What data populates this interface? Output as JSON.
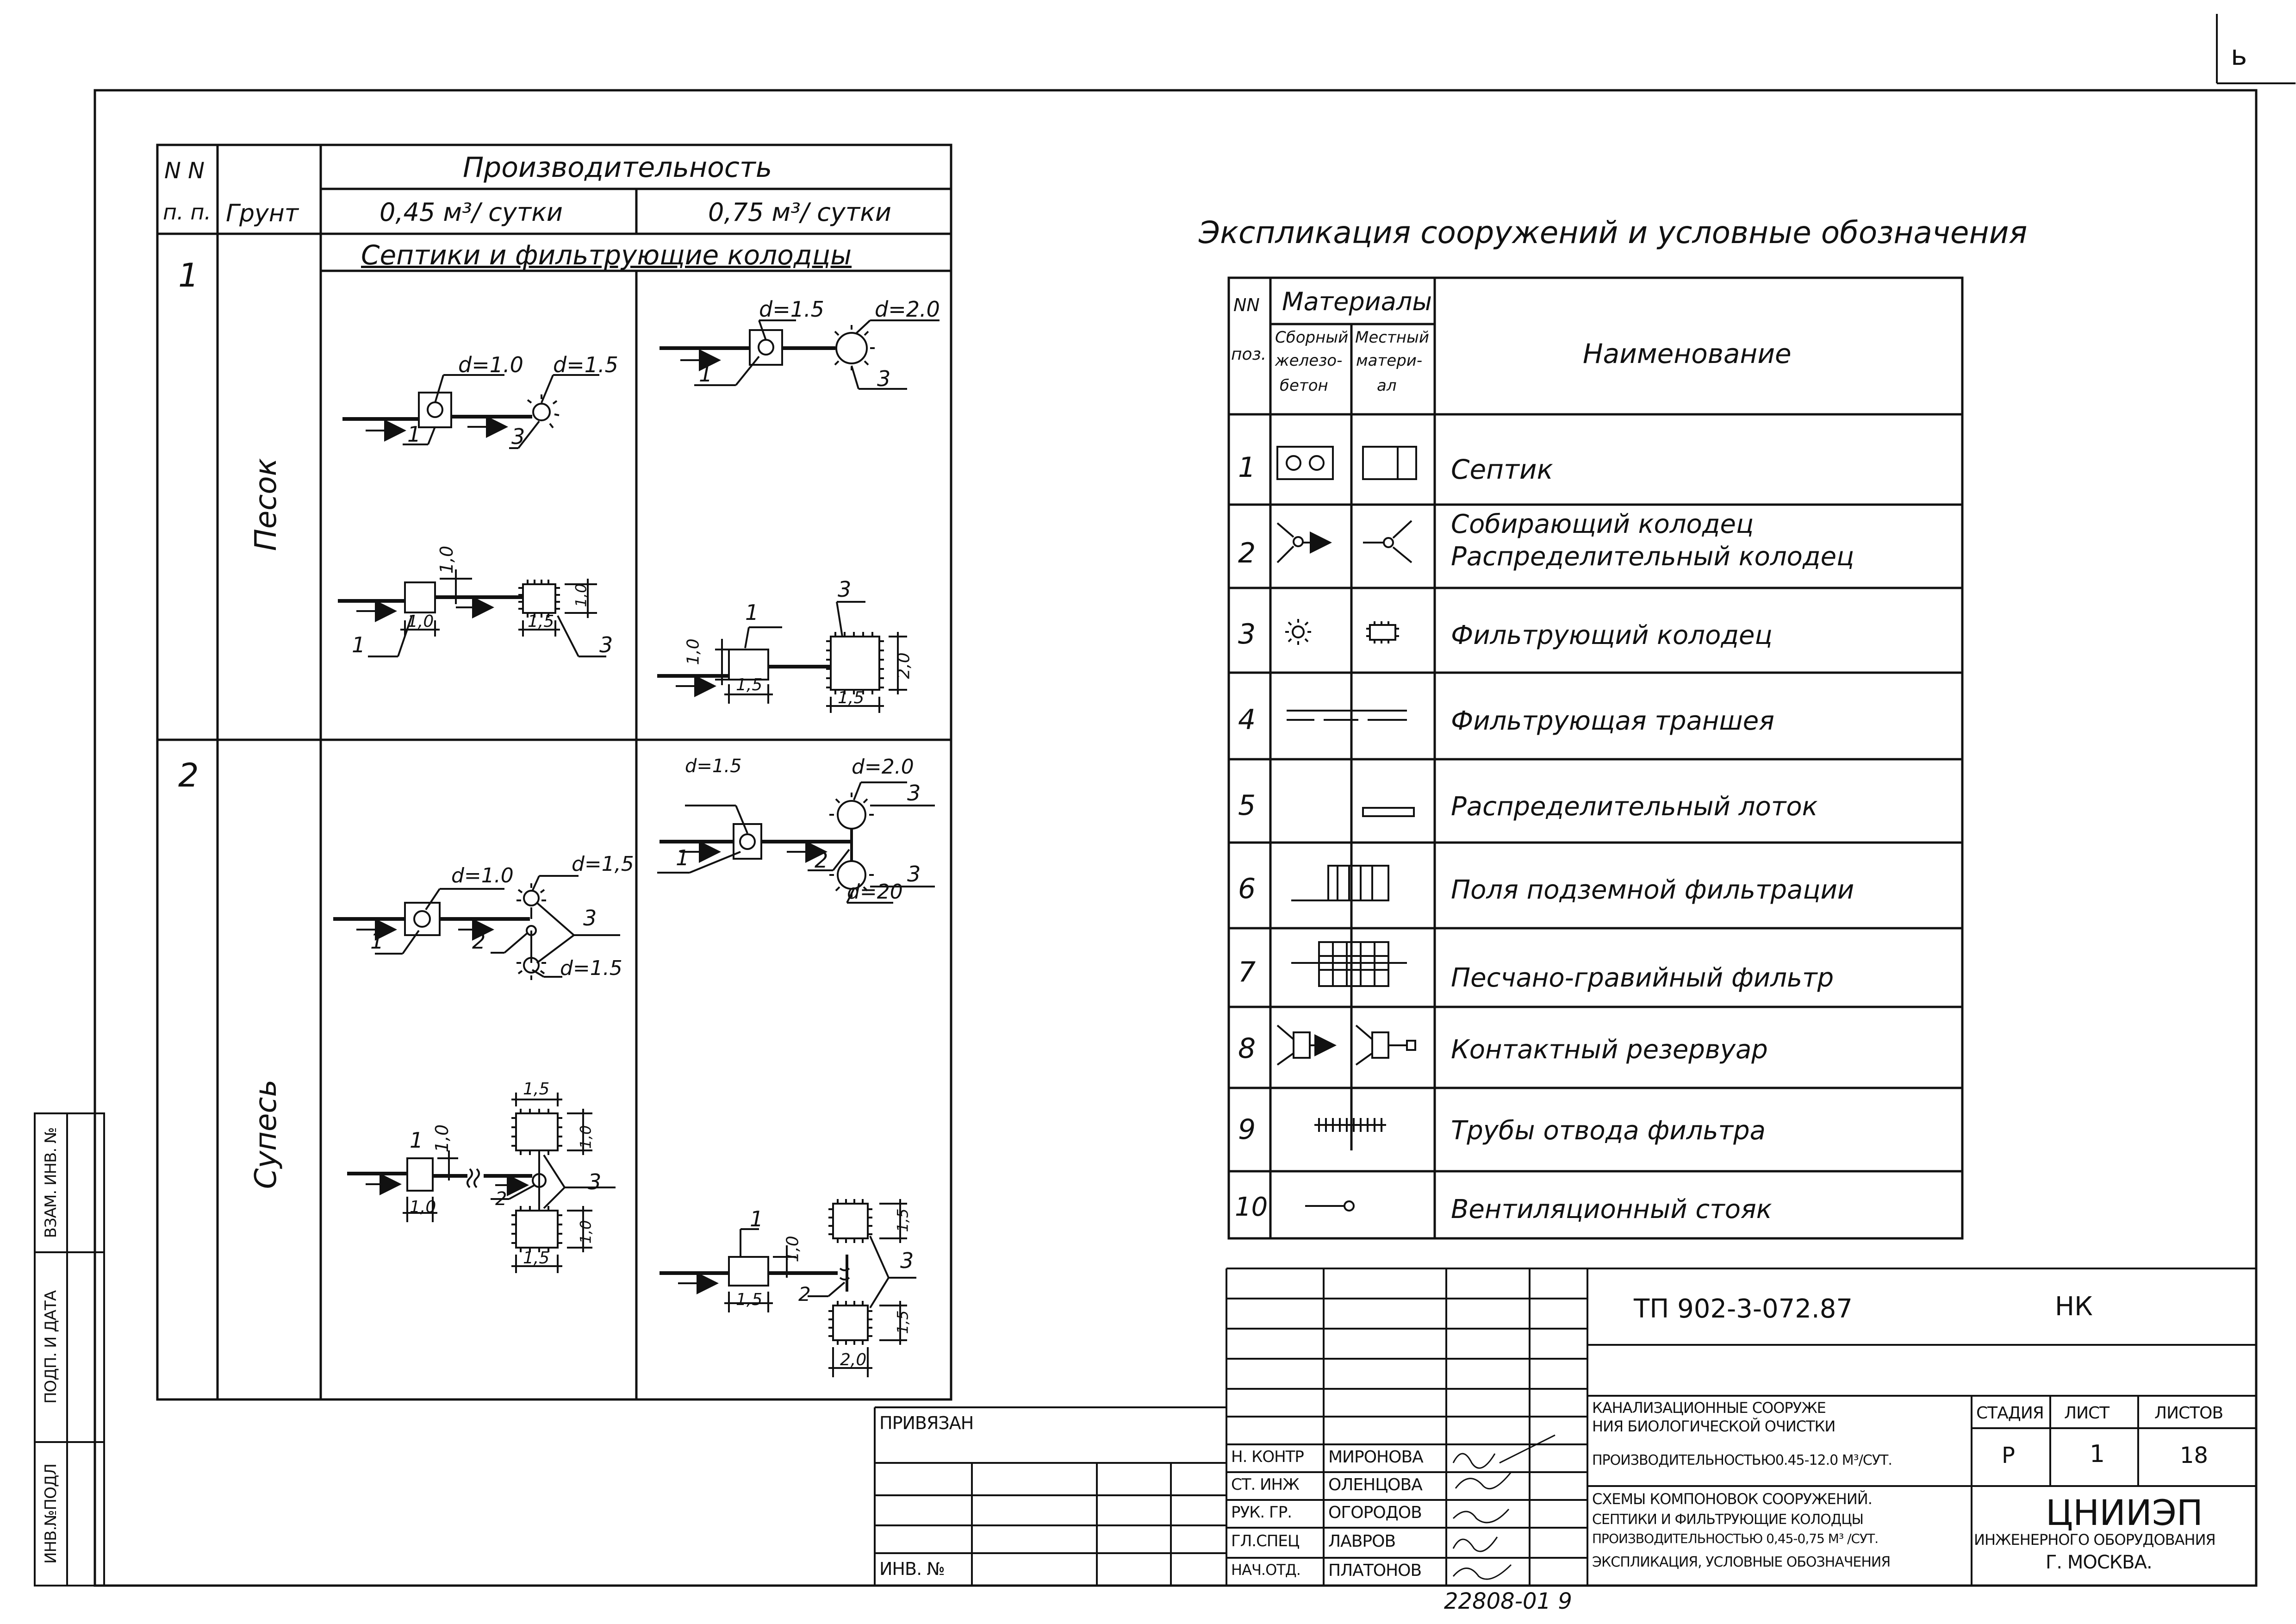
{
  "corner_mark": "ь",
  "table1": {
    "hdr_nn": "N N",
    "hdr_pp": "п. п.",
    "hdr_ground": "Грунт",
    "hdr_capacity": "Производительность",
    "hdr_c1": "0,45 м³/ сутки",
    "hdr_c2": "0,75 м³/ сутки",
    "section_title": "Септики и фильтрующие колодцы",
    "rows": [
      {
        "num": "1",
        "ground": "Песок"
      },
      {
        "num": "2",
        "ground": "Супесь"
      }
    ],
    "diagram_labels": {
      "r1c1a_d1": "d=1.0",
      "r1c1a_d2": "d=1.5",
      "r1c1a_n1": "1",
      "r1c1a_n3": "3",
      "r1c2a_d1": "d=1.5",
      "r1c2a_d2": "d=2.0",
      "r1c2a_n1": "1",
      "r1c2a_n3": "3",
      "r1c1b_10a": "1,0",
      "r1c1b_10b": "1,0",
      "r1c1b_10c": "1,0",
      "r1c1b_15": "1,5",
      "r1c1b_n1": "1",
      "r1c1b_n3": "3",
      "r1c2b_10": "1,0",
      "r1c2b_15a": "1,5",
      "r1c2b_20": "2,0",
      "r1c2b_15b": "1,5",
      "r1c2b_n1": "1",
      "r1c2b_n3": "3",
      "r2c1a_d1": "d=1.0",
      "r2c1a_d2": "d=1,5",
      "r2c1a_d3": "d=1.5",
      "r2c1a_n1": "1",
      "r2c1a_n2": "2",
      "r2c1a_n3": "3",
      "r2c2a_d1": "d=1.5",
      "r2c2a_d2": "d=2.0",
      "r2c2a_d3": "d=20",
      "r2c2a_n1": "1",
      "r2c2a_n2": "2",
      "r2c2a_n3a": "3",
      "r2c2a_n3b": "3",
      "r2c1b_15a": "1,5",
      "r2c1b_10a": "1,0",
      "r2c1b_10b": "1,0",
      "r2c1b_10c": "1,0",
      "r2c1b_10d": "1,0",
      "r2c1b_15b": "1,5",
      "r2c1b_n1": "1",
      "r2c1b_n2": "2",
      "r2c1b_n3": "3",
      "r2c2b_n1": "1",
      "r2c2b_10": "1,0",
      "r2c2b_15a": "1,5",
      "r2c2b_15b": "1,5",
      "r2c2b_15c": "1,5",
      "r2c2b_20": "2,0",
      "r2c2b_n2": "2",
      "r2c2b_n3": "3"
    }
  },
  "table2": {
    "title": "Экспликация сооружений и условные обозначения",
    "hdr_nn": "NN",
    "hdr_poz": "поз.",
    "hdr_materials": "Материалы",
    "hdr_m1": [
      "Сборный",
      "железо-",
      "бетон"
    ],
    "hdr_m2": [
      "Местный",
      "матери-",
      "ал"
    ],
    "hdr_name": "Наименование",
    "rows": [
      {
        "pos": "1",
        "name": "Септик"
      },
      {
        "pos": "2",
        "name": "Собирающий колодец",
        "name2": "Распределительный колодец"
      },
      {
        "pos": "3",
        "name": "Фильтрующий колодец"
      },
      {
        "pos": "4",
        "name": "Фильтрующая траншея"
      },
      {
        "pos": "5",
        "name": "Распределительный лоток"
      },
      {
        "pos": "6",
        "name": "Поля подземной фильтрации"
      },
      {
        "pos": "7",
        "name": "Песчано-гравийный фильтр"
      },
      {
        "pos": "8",
        "name": "Контактный резервуар"
      },
      {
        "pos": "9",
        "name": "Трубы отвода фильтра"
      },
      {
        "pos": "10",
        "name": "Вентиляционный стояк"
      }
    ]
  },
  "stamp": {
    "code": "ТП   902-3-072.87",
    "mark": "НК",
    "project": [
      "КАНАЛИЗАЦИОННЫЕ         СООРУЖЕ",
      "НИЯ БИОЛОГИЧЕСКОЙ ОЧИСТКИ",
      "ПРОИЗВОДИТЕЛЬНОСТЬЮ0.45-12.0 М³/СУТ."
    ],
    "sheet_title": [
      "СХЕМЫ КОМПОНОВОК СООРУЖЕНИЙ.",
      "СЕПТИКИ И ФИЛЬТРУЮЩИЕ КОЛОДЦЫ",
      "ПРОИЗВОДИТЕЛЬНОСТЬЮ 0,45-0,75 М³ /СУТ.",
      "ЭКСПЛИКАЦИЯ, УСЛОВНЫЕ ОБОЗНАЧЕНИЯ"
    ],
    "stage_h": "СТАДИЯ",
    "sheet_h": "ЛИСТ",
    "sheets_h": "ЛИСТОВ",
    "stage": "Р",
    "sheet": "1",
    "sheets": "18",
    "org": "ЦНИИЭП",
    "org2": "ИНЖЕНЕРНОГО ОБОРУДОВАНИЯ",
    "org3": "Г. МОСКВА.",
    "people": [
      {
        "role": "Н. КОНТР",
        "name": "МИРОНОВА"
      },
      {
        "role": "СТ. ИНЖ",
        "name": "ОЛЕНЦОВА"
      },
      {
        "role": "РУК. ГР.",
        "name": "ОГОРОДОВ"
      },
      {
        "role": "ГЛ.СПЕЦ",
        "name": "ЛАВРОВ"
      },
      {
        "role": "НАЧ.ОТД.",
        "name": "ПЛАТОНОВ"
      }
    ],
    "bound": "ПРИВЯЗАН",
    "inv": "ИНВ. №",
    "bottom_code": "22808-01   9"
  },
  "side_stamp": {
    "inv_orig": "ИНВ.№ПОДЛ",
    "sign_date": "ПОДП. И ДАТА",
    "vzam": "ВЗАМ. ИНВ. №"
  }
}
